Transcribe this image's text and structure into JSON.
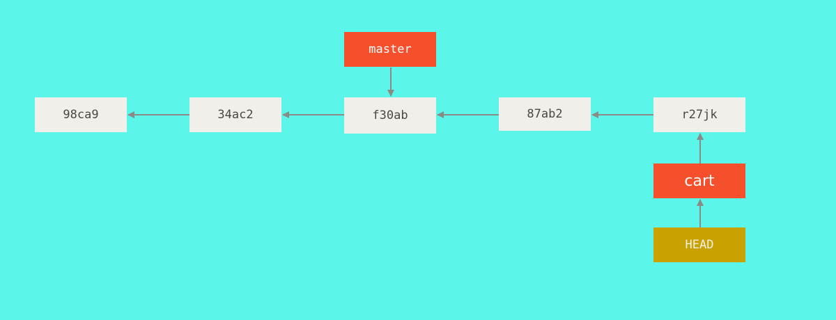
{
  "colors": {
    "background": "#5bf5ea",
    "commit_fill": "#f0efe9",
    "commit_text": "#4a4740",
    "branch_fill": "#f54f2b",
    "head_fill": "#c9a100",
    "arrow": "#8c8a85"
  },
  "commits": [
    {
      "id": "98ca9"
    },
    {
      "id": "34ac2"
    },
    {
      "id": "f30ab"
    },
    {
      "id": "87ab2"
    },
    {
      "id": "r27jk"
    }
  ],
  "refs": {
    "master": {
      "label": "master"
    },
    "cart": {
      "label": "cart"
    },
    "head": {
      "label": "HEAD"
    }
  }
}
